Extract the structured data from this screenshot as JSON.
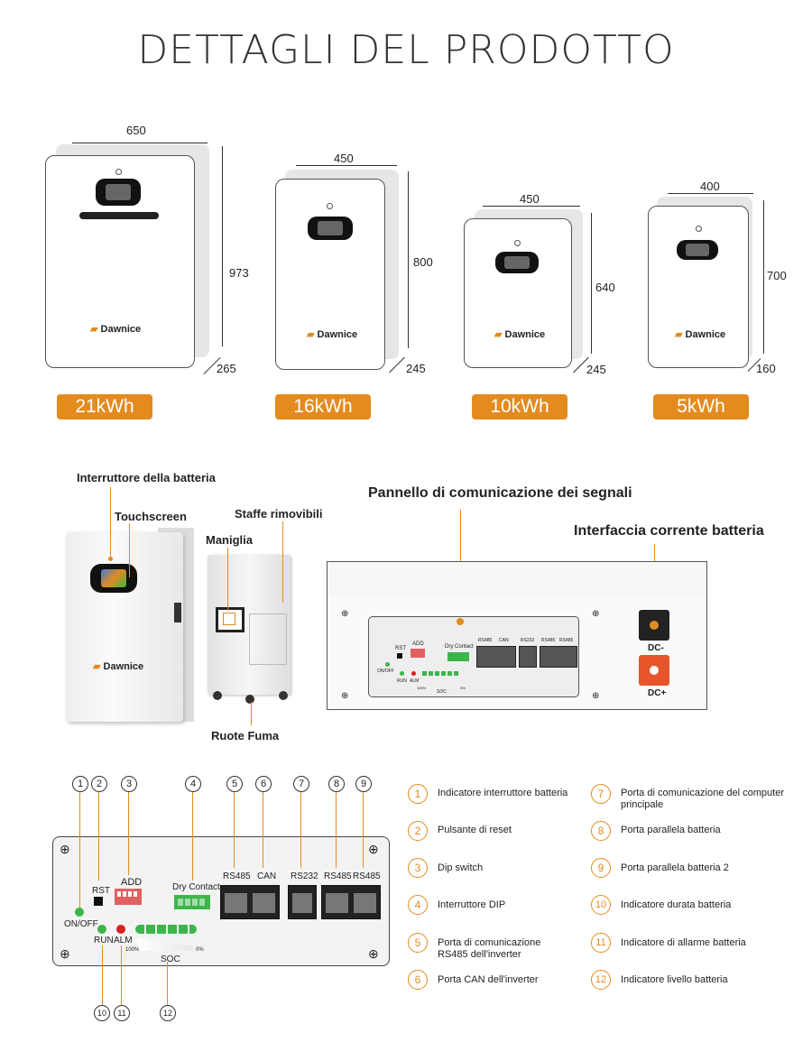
{
  "title": "DETTAGLI DEL PRODOTTO",
  "products": [
    {
      "width": "650",
      "height": "973",
      "depth": "265",
      "capacity": "21kWh",
      "brand": "Dawnice"
    },
    {
      "width": "450",
      "height": "800",
      "depth": "245",
      "capacity": "16kWh",
      "brand": "Dawnice"
    },
    {
      "width": "450",
      "height": "640",
      "depth": "245",
      "capacity": "10kWh",
      "brand": "Dawnice"
    },
    {
      "width": "400",
      "height": "700",
      "depth": "160",
      "capacity": "5kWh",
      "brand": "Dawnice"
    }
  ],
  "callouts": {
    "battery_switch": "Interruttore della batteria",
    "touchscreen": "Touchscreen",
    "handle": "Maniglia",
    "brackets": "Staffe rimovibili",
    "wheels": "Ruote Fuma",
    "signal_panel": "Pannello di comunicazione dei segnali",
    "battery_interface": "Interfaccia corrente batteria"
  },
  "panel_small": {
    "rst": "RST",
    "add": "ADD",
    "dry": "Dry Contact",
    "onoff": "ON/OFF",
    "run": "RUN",
    "alm": "ALM",
    "soc": "SOC",
    "p100": "100%",
    "p0": "0%",
    "ports": [
      "RS485",
      "CAN",
      "RS232",
      "RS485",
      "RS485"
    ],
    "dcminus": "DC-",
    "dcplus": "DC+"
  },
  "panel_large": {
    "rst": "RST",
    "add": "ADD",
    "dry": "Dry Contact",
    "onoff": "ON/OFF",
    "run": "RUN",
    "alm": "ALM",
    "soc": "SOC",
    "p100": "100%",
    "p0": "0%",
    "ports": [
      "RS485",
      "CAN",
      "RS232",
      "RS485",
      "RS485"
    ],
    "numbers": [
      "1",
      "2",
      "3",
      "4",
      "5",
      "6",
      "7",
      "8",
      "9",
      "10",
      "11",
      "12"
    ]
  },
  "legend": [
    {
      "n": "1",
      "text": "Indicatore interruttore batteria"
    },
    {
      "n": "2",
      "text": "Pulsante di reset"
    },
    {
      "n": "3",
      "text": "Dip switch"
    },
    {
      "n": "4",
      "text": "Interruttore DIP"
    },
    {
      "n": "5",
      "text": "Porta di comunicazione RS485 dell'inverter"
    },
    {
      "n": "6",
      "text": "Porta CAN dell'inverter"
    },
    {
      "n": "7",
      "text": "Porta di comunicazione del computer principale"
    },
    {
      "n": "8",
      "text": "Porta parallela batteria"
    },
    {
      "n": "9",
      "text": "Porta parallela batteria 2"
    },
    {
      "n": "10",
      "text": "Indicatore durata batteria"
    },
    {
      "n": "11",
      "text": "Indicatore di allarme batteria"
    },
    {
      "n": "12",
      "text": "Indicatore livello batteria"
    }
  ],
  "colors": {
    "accent": "#e38b1f",
    "led_green": "#3db54a",
    "led_red": "#d92020",
    "terminal_orange": "#e8552a"
  }
}
